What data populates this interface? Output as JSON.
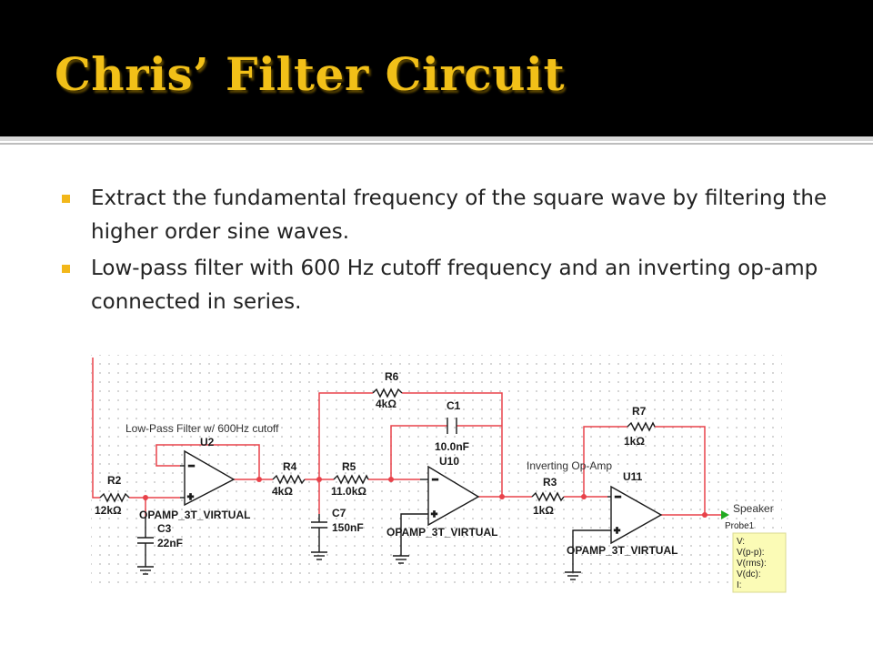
{
  "slide": {
    "title": "Chris’ Filter Circuit",
    "bullets": [
      "Extract the fundamental frequency of the square wave by filtering the higher order sine waves.",
      "Low-pass filter with 600 Hz cutoff frequency and an inverting op-amp connected in series."
    ]
  },
  "schematic": {
    "components": {
      "r2": {
        "name": "R2",
        "value": "12kΩ"
      },
      "r4": {
        "name": "R4",
        "value": "4kΩ"
      },
      "r5": {
        "name": "R5",
        "value": "11.0kΩ"
      },
      "r6": {
        "name": "R6",
        "value": "4kΩ"
      },
      "c1": {
        "name": "C1",
        "value": "10.0nF"
      },
      "c3": {
        "name": "C3",
        "value": "22nF"
      },
      "c7": {
        "name": "C7",
        "value": "150nF"
      },
      "r3": {
        "name": "R3",
        "value": "1kΩ"
      },
      "r7": {
        "name": "R7",
        "value": "1kΩ"
      },
      "u2": {
        "name": "U2",
        "model": "OPAMP_3T_VIRTUAL"
      },
      "u10": {
        "name": "U10",
        "model": "OPAMP_3T_VIRTUAL"
      },
      "u11": {
        "name": "U11",
        "model": "OPAMP_3T_VIRTUAL"
      }
    },
    "notes": {
      "lowpass": "Low-Pass Filter w/ 600Hz cutoff",
      "inverting": "Inverting Op-Amp",
      "output": "Speaker",
      "probe": "Probe1"
    },
    "probe_readout": [
      "V:",
      "V(p-p):",
      "V(rms):",
      "V(dc):",
      "I:"
    ],
    "colors": {
      "wire": "#e8424a",
      "component": "#1a1a1a",
      "grid_dot": "#b8b8b8",
      "probe_box": "#fbfbb6",
      "probe_arrow": "#22aa22"
    }
  }
}
